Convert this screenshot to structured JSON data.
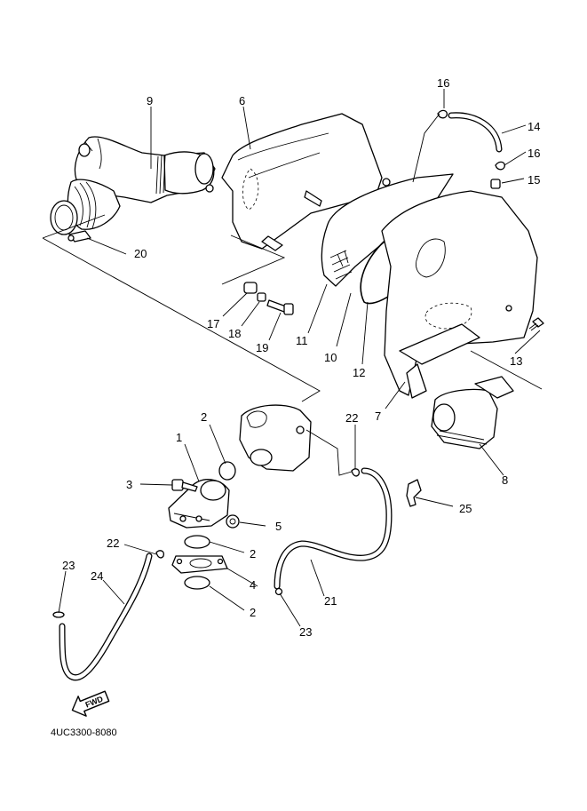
{
  "callouts": {
    "c1": "1",
    "c2a": "2",
    "c2b": "2",
    "c2c": "2",
    "c3": "3",
    "c4": "4",
    "c5": "5",
    "c6": "6",
    "c7": "7",
    "c8": "8",
    "c9": "9",
    "c10": "10",
    "c11": "11",
    "c12": "12",
    "c13": "13",
    "c14": "14",
    "c15": "15",
    "c16a": "16",
    "c16b": "16",
    "c17": "17",
    "c18": "18",
    "c19": "19",
    "c20": "20",
    "c21": "21",
    "c22a": "22",
    "c22b": "22",
    "c23a": "23",
    "c23b": "23",
    "c24": "24",
    "c25": "25"
  },
  "fwd_label": "FWD",
  "diagram_code": "4UC3300-8080"
}
